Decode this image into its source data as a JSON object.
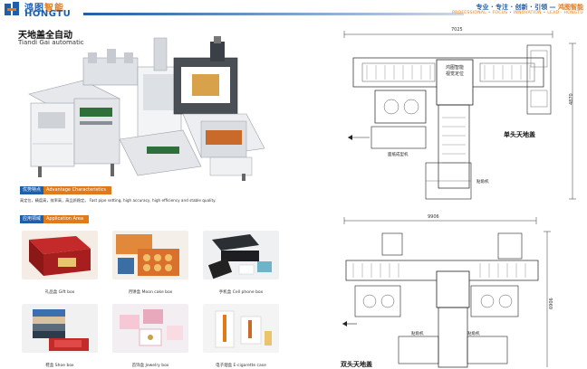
{
  "header": {
    "brand_cn_a": "鸿图",
    "brand_cn_b": "智能",
    "brand_en": "HONGTU",
    "slogan_cn_a": "专业 · 专注 · 创新 · 引领 — ",
    "slogan_cn_b": "鸿图智能",
    "slogan_en": "PROFESSIONAL • FOCUS • INNOVATION • LEAD · HONGTU"
  },
  "product": {
    "title_cn": "天地盖全自动",
    "title_en": "Tiandi Gai automatic"
  },
  "advantage": {
    "head_cn": "优势特点",
    "head_en": "Advantage Characteristics",
    "text": "高定位，精度高，效率高，高品质稳定。 Fast pipe setting, high accuracy, high efficiency and stable quality."
  },
  "application": {
    "head_cn": "应用领域",
    "head_en": "Application Area",
    "items": [
      {
        "label": "礼品盒 Gift box"
      },
      {
        "label": "月饼盒 Moon cake box"
      },
      {
        "label": "手机盒 Cell phone box"
      },
      {
        "label": "鞋盒 Shoe box"
      },
      {
        "label": "首饰盒 Jewelry box"
      },
      {
        "label": "电子烟盒 E-cigarette case"
      }
    ]
  },
  "drawing_single": {
    "width_dim": "7025",
    "height_dim": "4870",
    "center_label_1": "鸿图智能",
    "center_label_2": "视觉定位",
    "label_out": "面纸成型机",
    "label_feed": "贴角机",
    "caption": "单头天地盖"
  },
  "drawing_double": {
    "width_dim": "9906",
    "height_dim": "6906",
    "label_1": "贴角机",
    "label_2": "贴角机",
    "caption": "双头天地盖"
  },
  "colors": {
    "brand_blue": "#1f5fa8",
    "brand_orange": "#e07a1a"
  }
}
